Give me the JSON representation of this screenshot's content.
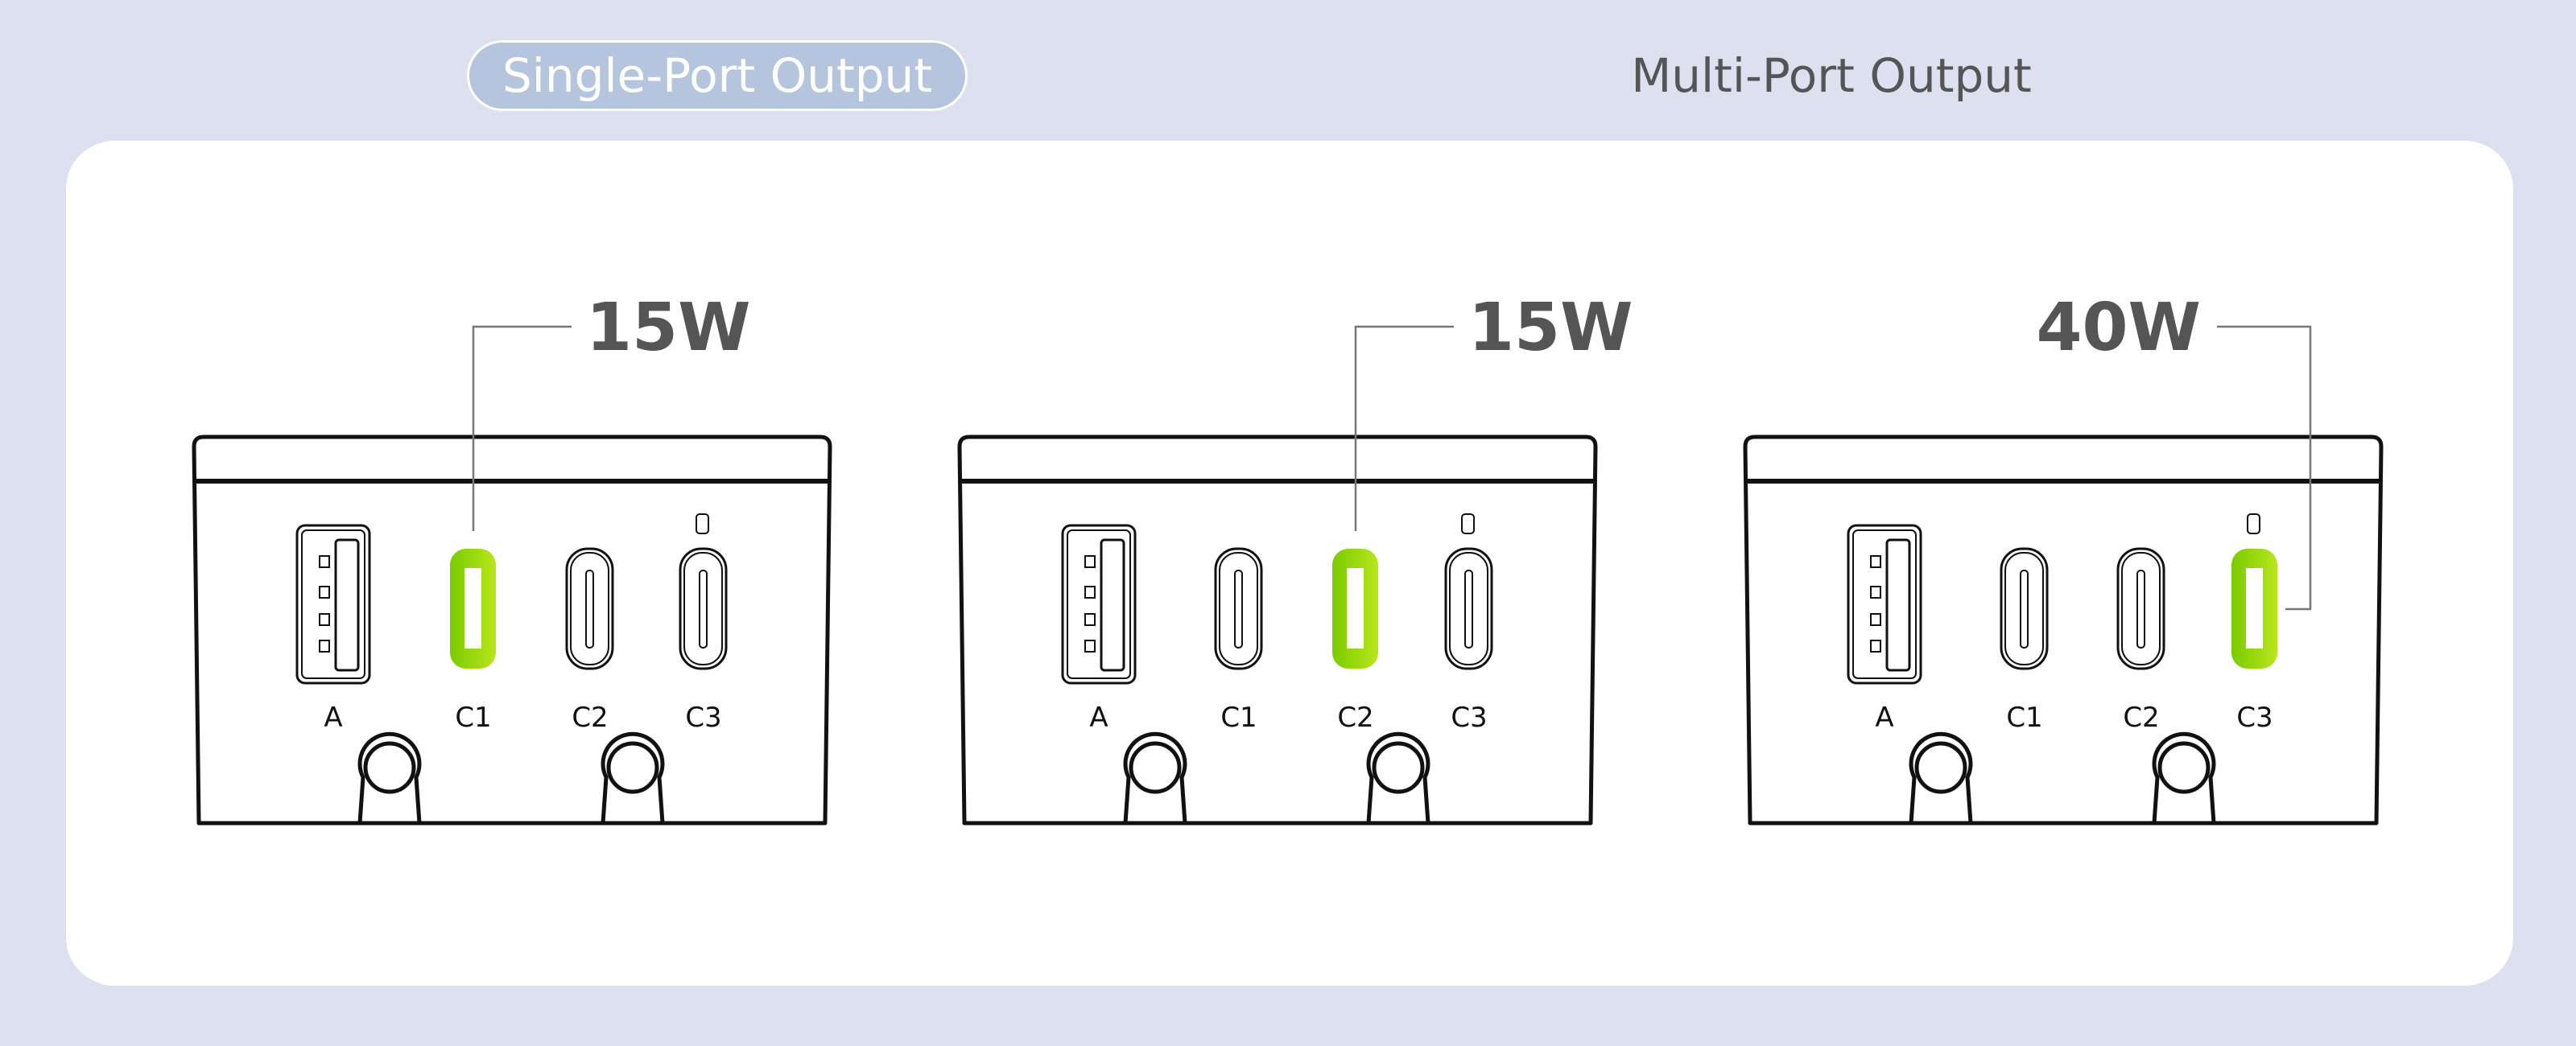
{
  "tabs": [
    {
      "label": "Single-Port Output",
      "active": true
    },
    {
      "label": "Multi-Port Output",
      "active": false
    }
  ],
  "colors": {
    "background": "#dde1ef",
    "active_tab": "#b6c5de",
    "highlight_start": "#7acb00",
    "highlight_end": "#b8e61c",
    "text": "#555555"
  },
  "devices": [
    {
      "power": "15W",
      "active_port": "C1",
      "callout_side": "left",
      "ports": [
        "A",
        "C1",
        "C2",
        "C3"
      ]
    },
    {
      "power": "15W",
      "active_port": "C2",
      "callout_side": "left",
      "ports": [
        "A",
        "C1",
        "C2",
        "C3"
      ]
    },
    {
      "power": "40W",
      "active_port": "C3",
      "callout_side": "right",
      "ports": [
        "A",
        "C1",
        "C2",
        "C3"
      ]
    }
  ]
}
